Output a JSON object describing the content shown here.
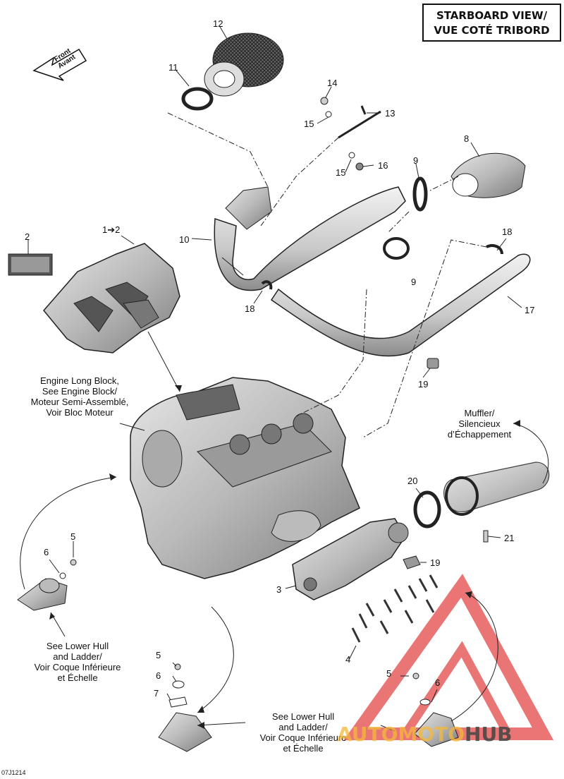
{
  "title": {
    "line1": "STARBOARD VIEW/",
    "line2": "VUE COTÉ TRIBORD"
  },
  "front_arrow": {
    "line1": "Front",
    "line2": "Avant"
  },
  "notes": {
    "engine": [
      "Engine Long Block,",
      "See Engine Block/",
      "Moteur Semi-Assemblé,",
      "Voir Bloc Moteur"
    ],
    "muffler": [
      "Muffler/",
      "Silencieux",
      "d’Échappement"
    ],
    "hull_left": [
      "See Lower Hull",
      "and Ladder/",
      "Voir Coque Inférieure",
      "et Échelle"
    ],
    "hull_bottom": [
      "See Lower Hull",
      "and Ladder/",
      "Voir Coque Inférieure",
      "et Échelle"
    ]
  },
  "callouts": [
    "12",
    "11",
    "14",
    "13",
    "15",
    "15",
    "16",
    "9",
    "8",
    "1➔2",
    "2",
    "10",
    "18",
    "9",
    "18",
    "17",
    "19",
    "20",
    "21",
    "19",
    "3",
    "4",
    "5",
    "6",
    "5",
    "6",
    "7",
    "5",
    "6"
  ],
  "figure_code": "07J1214",
  "watermark": {
    "part1": "AUTOMOTO",
    "part2": "HUB",
    "color": "#e23b3b"
  }
}
